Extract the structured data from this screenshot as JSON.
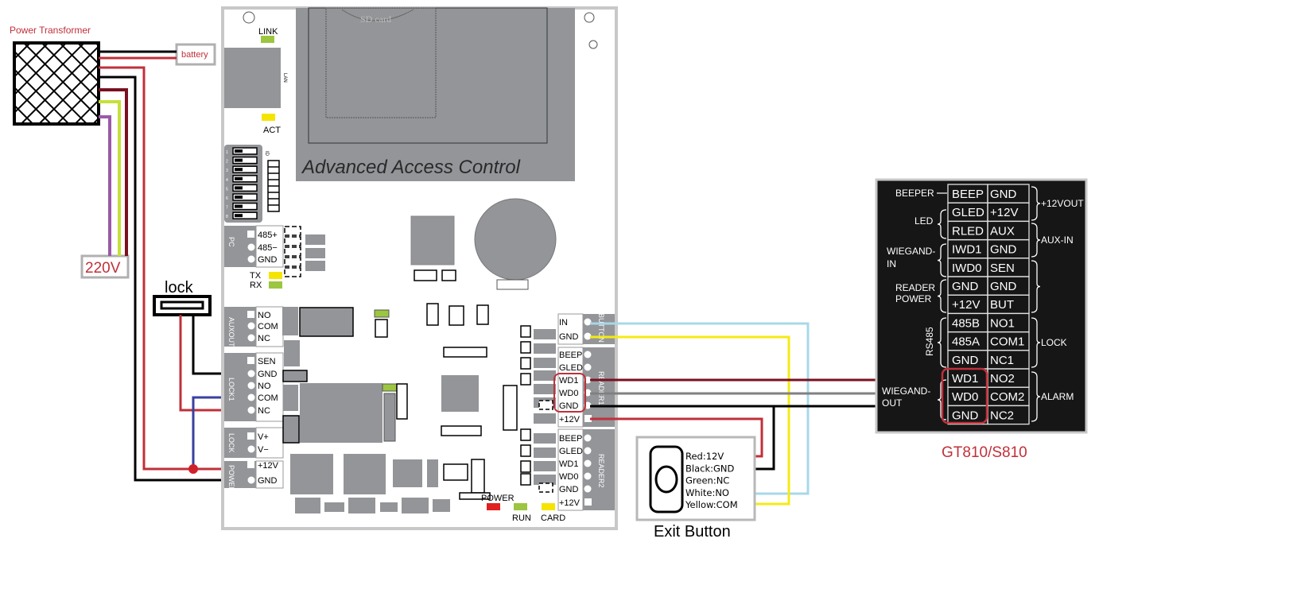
{
  "transformer": {
    "title": "Power Transformer",
    "battery_label": "battery",
    "mains_label": "220V"
  },
  "lock_device": {
    "label": "lock"
  },
  "controller": {
    "title": "Advanced Access Control",
    "sd_label": "SD card",
    "lan_label": "LAN",
    "led_link": "LINK",
    "led_act": "ACT",
    "led_tx": "TX",
    "led_rx": "RX",
    "led_power": "POWER",
    "led_run": "RUN",
    "led_card": "CARD",
    "dip_label": "ID",
    "dip_numbers": [
      "1",
      "2",
      "3",
      "4",
      "5",
      "6",
      "7",
      "8"
    ],
    "blocks": {
      "pc": {
        "name": "PC",
        "pins": [
          "485+",
          "485−",
          "GND"
        ]
      },
      "auxout": {
        "name": "AUXOUT1",
        "pins": [
          "NO",
          "COM",
          "NC"
        ]
      },
      "lock1": {
        "name": "LOCK1",
        "pins": [
          "SEN",
          "GND",
          "NO",
          "COM",
          "NC"
        ]
      },
      "lock2": {
        "name": "LOCK",
        "pins": [
          "V+",
          "V−"
        ]
      },
      "power": {
        "name": "POWER",
        "pins": [
          "+12V",
          "GND"
        ]
      },
      "button": {
        "name": "BUTTON",
        "pins": [
          "IN",
          "GND"
        ]
      },
      "reader1": {
        "name": "READER1",
        "pins": [
          "BEEP",
          "GLED",
          "WD1",
          "WD0",
          "GND",
          "+12V"
        ]
      },
      "reader2": {
        "name": "READER2",
        "pins": [
          "BEEP",
          "GLED",
          "WD1",
          "WD0",
          "GND",
          "+12V"
        ]
      }
    }
  },
  "exit_button": {
    "caption": "Exit Button",
    "wires": [
      "Red:12V",
      "Black:GND",
      "Green:NC",
      "White:NO",
      "Yellow:COM"
    ]
  },
  "reader_panel": {
    "caption": "GT810/S810",
    "left_col": [
      "BEEP",
      "GLED",
      "RLED",
      "IWD1",
      "IWD0",
      "GND",
      "+12V",
      "485B",
      "485A",
      "GND",
      "WD1",
      "WD0",
      "GND"
    ],
    "right_col": [
      "GND",
      "+12V",
      "AUX",
      "GND",
      "SEN",
      "GND",
      "BUT",
      "NO1",
      "COM1",
      "NC1",
      "NO2",
      "COM2",
      "NC2"
    ],
    "left_groups": {
      "beeper": "BEEPER",
      "led": "LED",
      "wiegand_in_1": "WIEGAND-",
      "wiegand_in_2": "IN",
      "reader_power_1": "READER",
      "reader_power_2": "POWER",
      "rs485": "RS485",
      "wiegand_out_1": "WIEGAND-",
      "wiegand_out_2": "OUT"
    },
    "right_groups": {
      "vout": "+12VOUT",
      "aux_in": "AUX-IN",
      "lock": "LOCK",
      "alarm": "ALARM"
    }
  },
  "colors": {
    "wire_red": "#c0303a",
    "wire_darkred": "#7a1020",
    "wire_black": "#000000",
    "wire_blue": "#3a3fa0",
    "wire_yellow": "#f5ea14",
    "wire_lightblue": "#a8d8e8",
    "wire_gray": "#808080",
    "wire_green": "#c6e03a",
    "wire_purple": "#9a5aa8",
    "label_red": "#c0303a",
    "pcb_gray": "#939598",
    "led_green": "#9cc540",
    "led_yellow": "#f5e400",
    "led_red": "#e02020"
  }
}
